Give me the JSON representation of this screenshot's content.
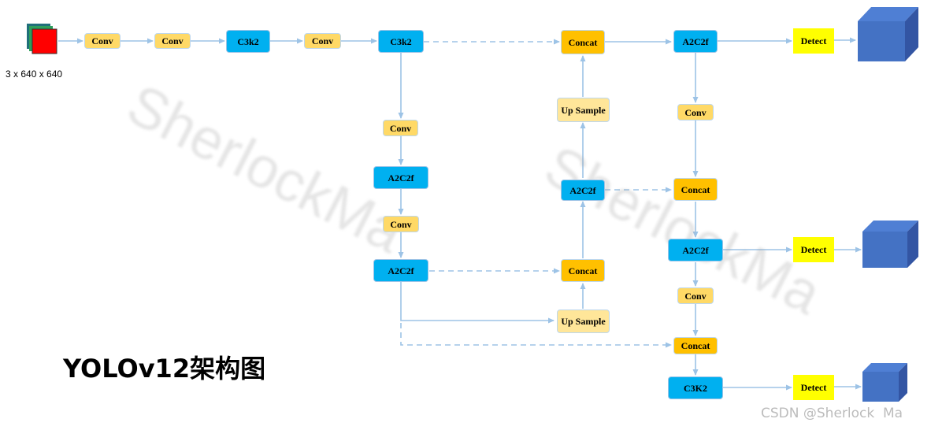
{
  "input_size": "3 x 640 x 640",
  "title": "YOLOv12架构图",
  "credit": "CSDN @Sherlock  Ma",
  "watermark": "SherlockMa",
  "labels": {
    "conv": "Conv",
    "c3k2": "C3k2",
    "C3K2": "C3K2",
    "a2c2f": "A2C2f",
    "concat": "Concat",
    "up": "Up Sample",
    "detect": "Detect"
  },
  "colors": {
    "conv": "#FFD966",
    "c3k2": "#00B0F0",
    "concat": "#FFC000",
    "upsample": "#FFE699",
    "detect": "#FFFF00",
    "arrow": "#9DC3E6",
    "cube": "#4472C4"
  }
}
